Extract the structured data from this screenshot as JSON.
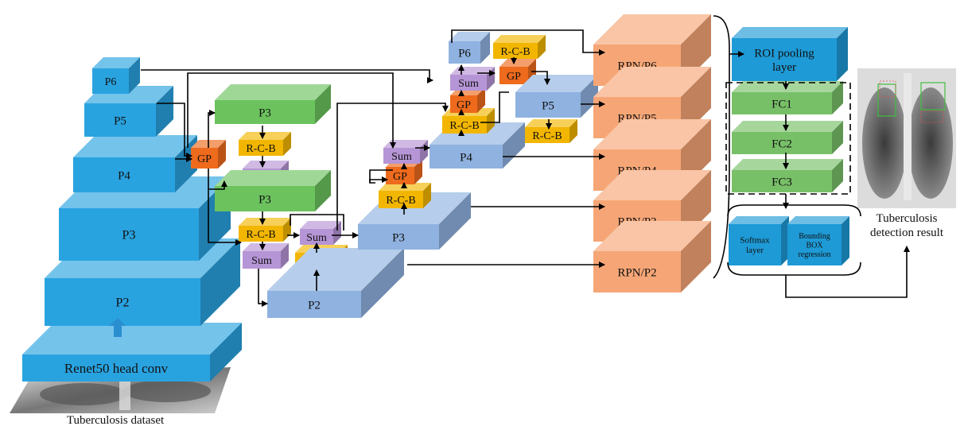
{
  "dataset_caption": "Tuberculosis dataset",
  "result_caption_line1": "Tuberculosis",
  "result_caption_line2": "detection result",
  "colors": {
    "backbone": "#29a3e0",
    "pyramid_green": "#6cc35e",
    "pyramid_blue": "#8fb2e0",
    "rcb": "#f2b600",
    "gp": "#ee6a1c",
    "sum": "#b695d6",
    "rpn": "#f6a676",
    "head_blue": "#1e9ad6",
    "fc": "#78c068",
    "line": "#000000"
  },
  "backbone": {
    "base": "Renet50 head conv",
    "p2": "P2",
    "p3": "P3",
    "p4": "P4",
    "p5": "P5",
    "p6": "P6"
  },
  "ops": {
    "gp": "GP",
    "sum": "Sum",
    "rcb": "R-C-B"
  },
  "green": {
    "p3_top": "P3",
    "p3_bottom": "P3"
  },
  "blue_pyramid": {
    "p2": "P2",
    "p3": "P3",
    "p4": "P4",
    "p5": "P5",
    "p6": "P6"
  },
  "rpn": [
    "RPN/P6",
    "RPN/P5",
    "RPN/P4",
    "RPN/P3",
    "RPN/P2"
  ],
  "head": {
    "roi_line1": "ROI pooling",
    "roi_line2": "layer",
    "fc1": "FC1",
    "fc2": "FC2",
    "fc3": "FC3",
    "softmax_line1": "Softmax",
    "softmax_line2": "layer",
    "bbox_line1": "Bounding",
    "bbox_line2": "BOX",
    "bbox_line3": "regression"
  }
}
